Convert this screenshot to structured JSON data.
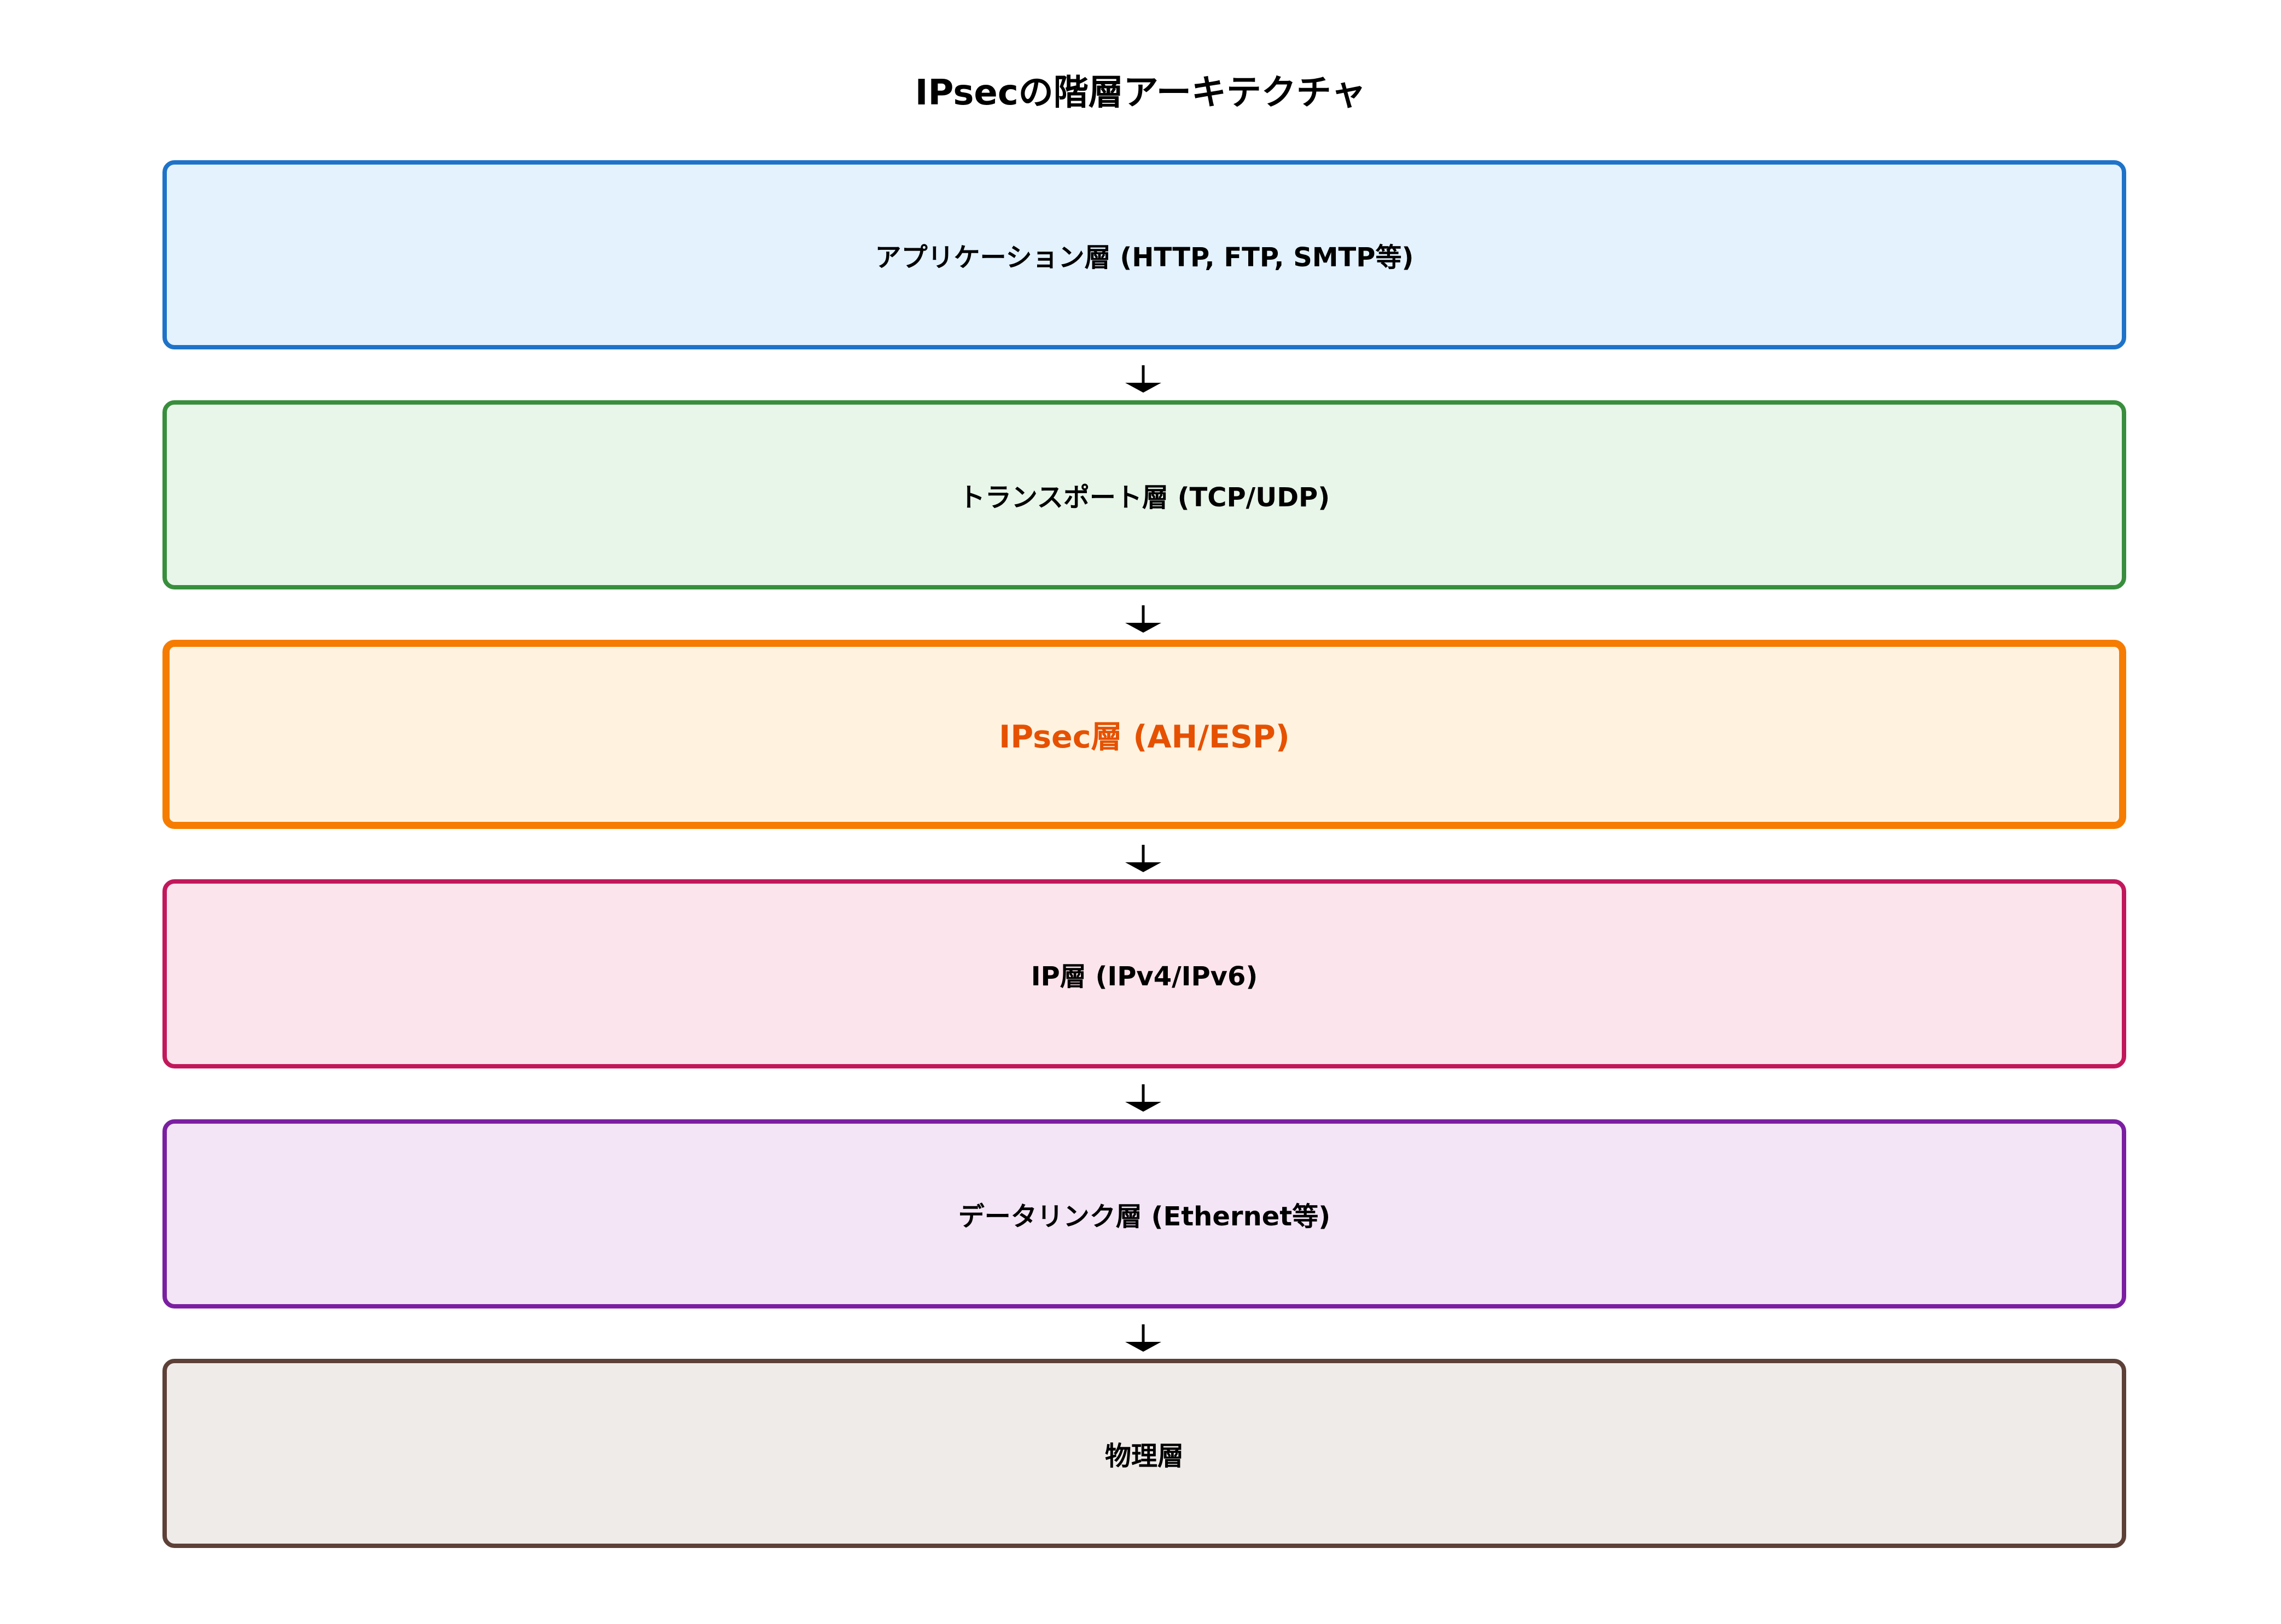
{
  "title": "IPsecの階層アーキテクチャ",
  "layers": [
    {
      "label": "アプリケーション層 (HTTP, FTP, SMTP等)",
      "border_color": "#1e73c8",
      "fill_color": "#e3f2fd",
      "text_color": "#000000"
    },
    {
      "label": "トランスポート層 (TCP/UDP)",
      "border_color": "#388e3c",
      "fill_color": "#e8f5e9",
      "text_color": "#000000"
    },
    {
      "label": "IPsec層 (AH/ESP)",
      "border_color": "#f57c00",
      "fill_color": "#fff3e0",
      "text_color": "#e65100",
      "highlighted": true
    },
    {
      "label": "IP層 (IPv4/IPv6)",
      "border_color": "#c2185b",
      "fill_color": "#fce4ec",
      "text_color": "#000000"
    },
    {
      "label": "データリンク層 (Ethernet等)",
      "border_color": "#7b1fa2",
      "fill_color": "#f3e5f5",
      "text_color": "#000000"
    },
    {
      "label": "物理層",
      "border_color": "#5d4037",
      "fill_color": "#efebe9",
      "text_color": "#000000"
    }
  ],
  "arrow_color": "#000000"
}
